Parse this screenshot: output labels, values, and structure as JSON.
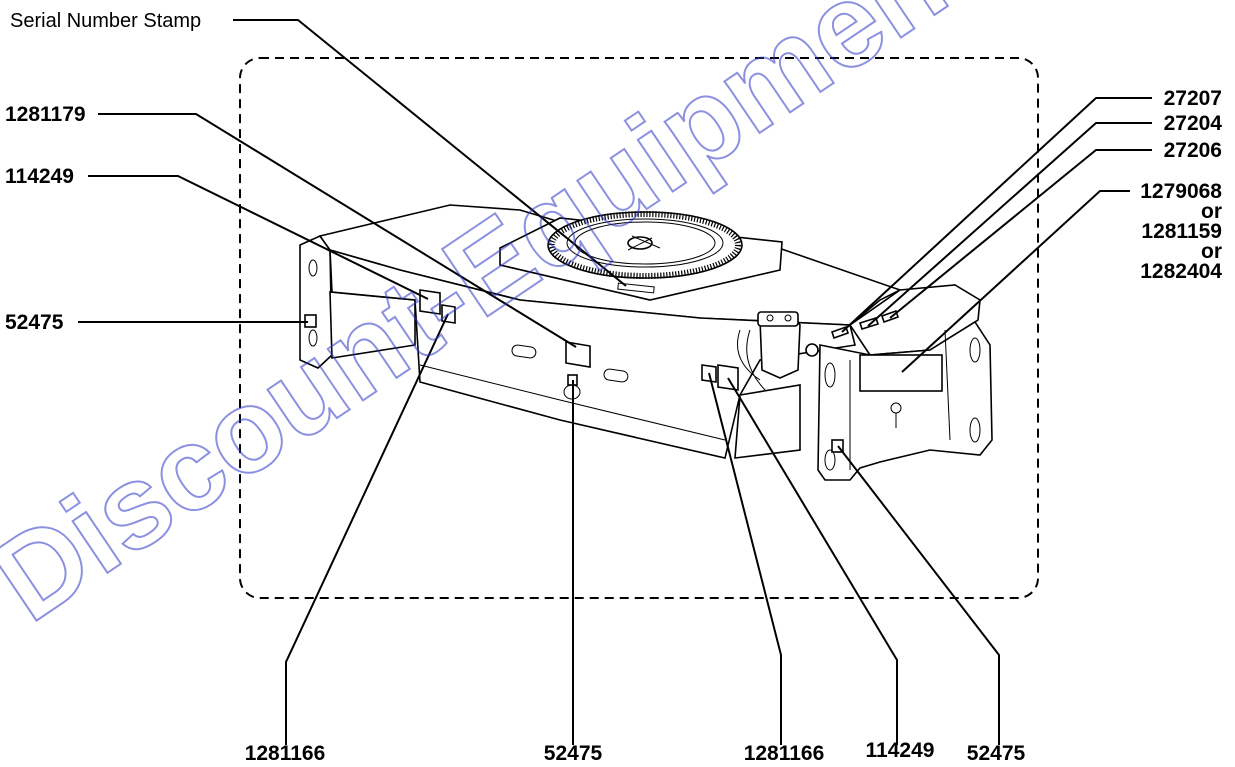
{
  "watermark": "Discount-Equipment",
  "callouts": {
    "serial_stamp": "Serial Number Stamp",
    "left_1281179": "1281179",
    "left_114249": "114249",
    "left_52475": "52475",
    "right_27207": "27207",
    "right_27204": "27204",
    "right_27206": "27206",
    "right_1279068": "1279068",
    "right_or_1": "or",
    "right_1281159": "1281159",
    "right_or_2": "or",
    "right_1282404": "1282404",
    "bottom_1281166_a": "1281166",
    "bottom_52475_a": "52475",
    "bottom_1281166_b": "1281166",
    "bottom_114249": "114249",
    "bottom_52475_b": "52475"
  }
}
